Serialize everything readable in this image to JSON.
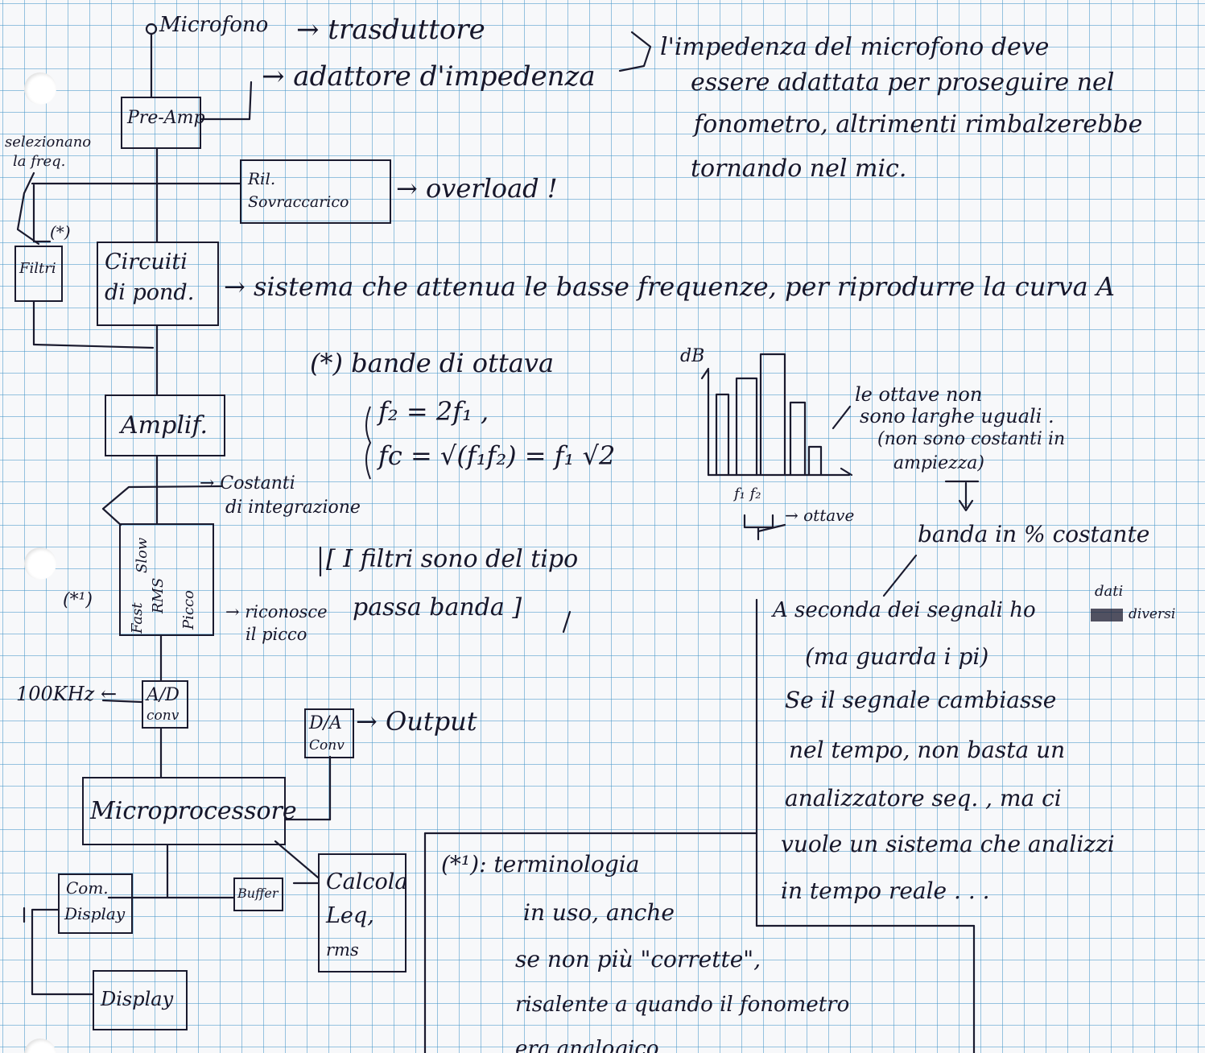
{
  "blocks": {
    "microfono": "Microfono",
    "trasduttore": "→ trasduttore",
    "preamp": "Pre-Amp",
    "adattore": "→ adattore d'impedenza",
    "selezionano_1": "selezionano",
    "selezionano_2": "la freq.",
    "ril_1": "Ril.",
    "ril_2": "Sovraccarico",
    "overload": "→ overload !",
    "star": "(*)",
    "filtri": "Filtri",
    "circuiti_1": "Circuiti",
    "circuiti_2": "di pond.",
    "sistema": "→ sistema che attenua le basse frequenze, per riprodurre la curva A",
    "amplif": "Amplif.",
    "costanti_1": "→ Costanti",
    "costanti_2": "di integrazione",
    "slow": "Slow",
    "fast": "Fast",
    "rms": "RMS",
    "picco": "Picco",
    "star1": "(*¹)",
    "riconosce_1": "→ riconosce",
    "riconosce_2": "il picco",
    "hz": "100KHz ←",
    "ad_1": "A/D",
    "ad_2": "conv",
    "da_1": "D/A",
    "da_2": "Conv",
    "output": "→ Output",
    "micro": "Microprocessore",
    "com_1": "Com.",
    "com_2": "Display",
    "buffer": "Buffer",
    "calcola_1": "Calcola",
    "calcola_2": "Leq,",
    "calcola_3": "rms",
    "display": "Display"
  },
  "notes": {
    "imp_1": "l'impedenza del microfono deve",
    "imp_2": "essere adattata per proseguire nel",
    "imp_3": "fonometro, altrimenti rimbalzerebbe",
    "imp_4": "tornando nel mic.",
    "bande_title": "(*) bande di ottava",
    "eq1": "f₂ = 2f₁ ,",
    "eq2": "fc = √(f₁f₂) = f₁ √2",
    "filtri_1": "[ I filtri sono del tipo",
    "filtri_2": "passa banda ]",
    "db": "dB",
    "f1f2": "f₁ f₂",
    "ottave": "→ ottave",
    "ottave_1": "le ottave non",
    "ottave_2": "sono larghe uguali .",
    "ottave_3": "(non sono costanti in",
    "ottave_4": "ampiezza)",
    "banda": "banda in % costante",
    "dati": "dati",
    "sec_1": "A seconda dei segnali ho",
    "sec_1b": "diversi",
    "sec_2": "(ma guarda i pi)",
    "sec_3": "Se il segnale cambiasse",
    "sec_4": "nel tempo, non basta un",
    "sec_5": "analizzatore seq. , ma ci",
    "sec_6": "vuole un sistema che analizzi",
    "sec_7": "in tempo reale . . .",
    "term_1": "(*¹): terminologia",
    "term_2": "in uso, anche",
    "term_3": "se non più \"corrette\",",
    "term_4": "risalente a quando il fonometro",
    "term_5": "era analogico ..."
  }
}
